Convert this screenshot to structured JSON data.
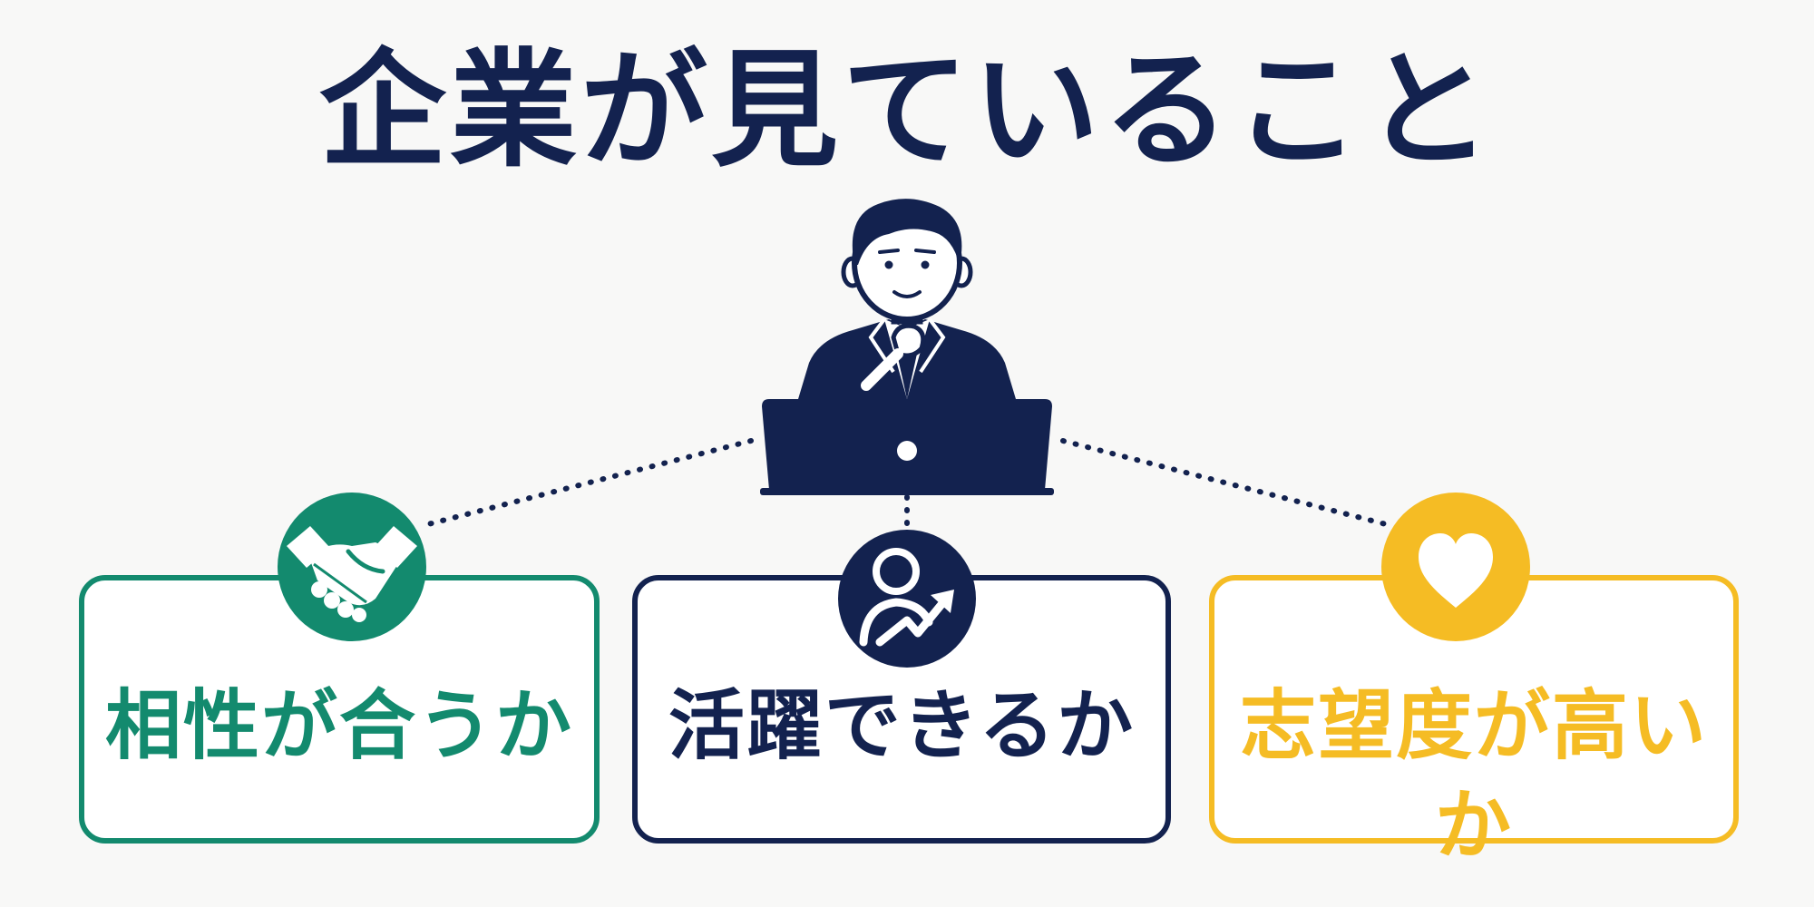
{
  "title": "企業が見ていること",
  "colors": {
    "navy": "#13224f",
    "green": "#138a6e",
    "yellow": "#f5bc24",
    "background": "#f8f8f7"
  },
  "center": {
    "figure": "interviewer-with-laptop"
  },
  "cards": [
    {
      "label": "相性が合うか",
      "color": "#138a6e",
      "icon": "handshake-icon"
    },
    {
      "label": "活躍できるか",
      "color": "#13224f",
      "icon": "person-growth-icon"
    },
    {
      "label": "志望度が高いか",
      "color": "#f5bc24",
      "icon": "heart-icon"
    }
  ]
}
